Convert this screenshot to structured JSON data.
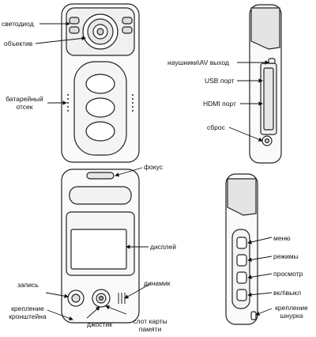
{
  "diagram": {
    "views": [
      "front",
      "side-right",
      "back",
      "side-left"
    ],
    "labels": {
      "led": "светодиод",
      "lens": "объектив",
      "battery_line1": "батарейный",
      "battery_line2": "отсек",
      "headphones_av": "наушники\\AV выход",
      "usb": "USB порт",
      "hdmi": "HDMI порт",
      "reset": "сброс",
      "focus": "фокус",
      "display": "дисплей",
      "record": "запись",
      "speaker": "динамик",
      "mount_line1": "крепление",
      "mount_line2": "кронштейна",
      "joystick": "джостик",
      "card_slot_line1": "слот карты",
      "card_slot_line2": "памяти",
      "menu": "меню",
      "modes": "режимы",
      "view": "просмотр",
      "power": "вкл\\выкл",
      "strap_line1": "крепление",
      "strap_line2": "шнурка"
    }
  }
}
